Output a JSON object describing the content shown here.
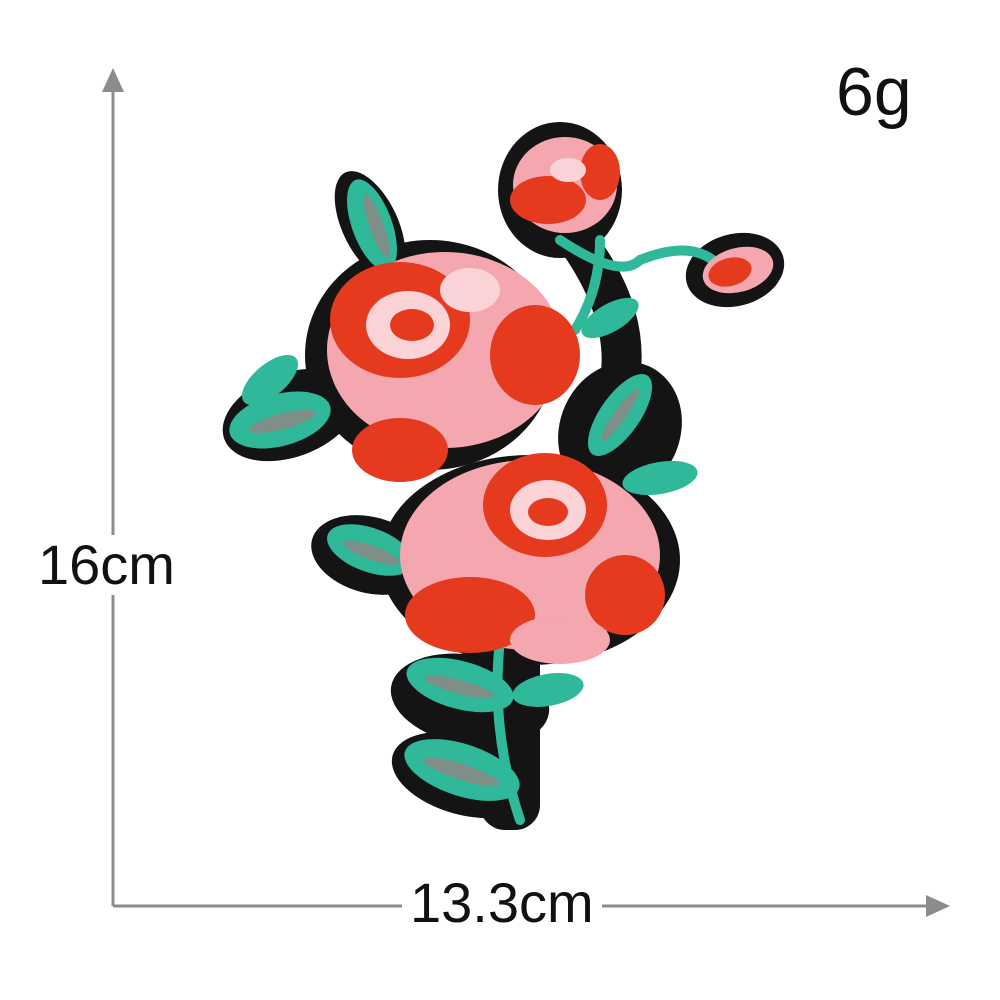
{
  "weight": "6g",
  "height": "16cm",
  "width": "13.3cm",
  "colors": {
    "axis": "#8c8c8c",
    "outline": "#141414",
    "leaf": "#2fb89a",
    "leaf_shade": "#7d8f86",
    "petal_red": "#e53a1e",
    "petal_pink": "#f4a7ae",
    "petal_light": "#fbd3d6"
  }
}
